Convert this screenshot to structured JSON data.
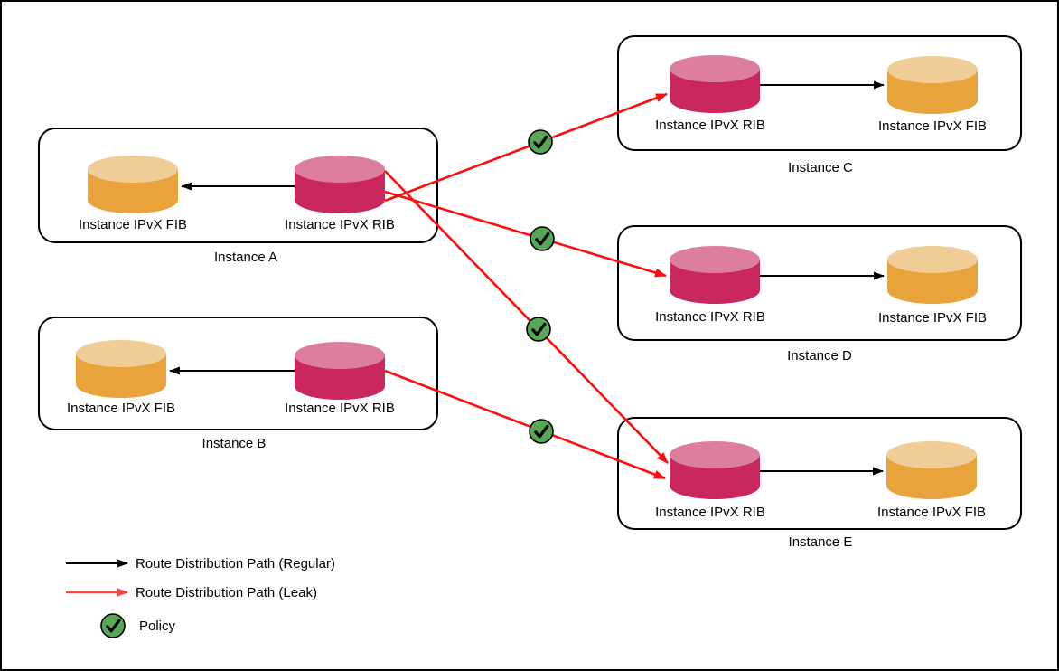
{
  "colors": {
    "rib_body": "#C9275D",
    "rib_top": "#DE7E9E",
    "fib_body": "#E8A33D",
    "fib_top": "#F0CD96",
    "leak_line": "#FF0D0D",
    "legend_leak": "#F4453F",
    "policy_fill": "#57A757",
    "regular_line": "#000000"
  },
  "instances": [
    {
      "id": "A",
      "name": "Instance A",
      "rib_label": "Instance IPvX RIB",
      "fib_label": "Instance IPvX FIB"
    },
    {
      "id": "B",
      "name": "Instance B",
      "rib_label": "Instance IPvX RIB",
      "fib_label": "Instance IPvX FIB"
    },
    {
      "id": "C",
      "name": "Instance C",
      "rib_label": "Instance IPvX RIB",
      "fib_label": "Instance IPvX FIB"
    },
    {
      "id": "D",
      "name": "Instance D",
      "rib_label": "Instance IPvX RIB",
      "fib_label": "Instance IPvX FIB"
    },
    {
      "id": "E",
      "name": "Instance E",
      "rib_label": "Instance IPvX RIB",
      "fib_label": "Instance IPvX FIB"
    }
  ],
  "legend": {
    "regular_label": "Route Distribution Path (Regular)",
    "leak_label": "Route Distribution Path (Leak)",
    "policy_label": "Policy"
  },
  "policy_checkpoint_count": 4
}
